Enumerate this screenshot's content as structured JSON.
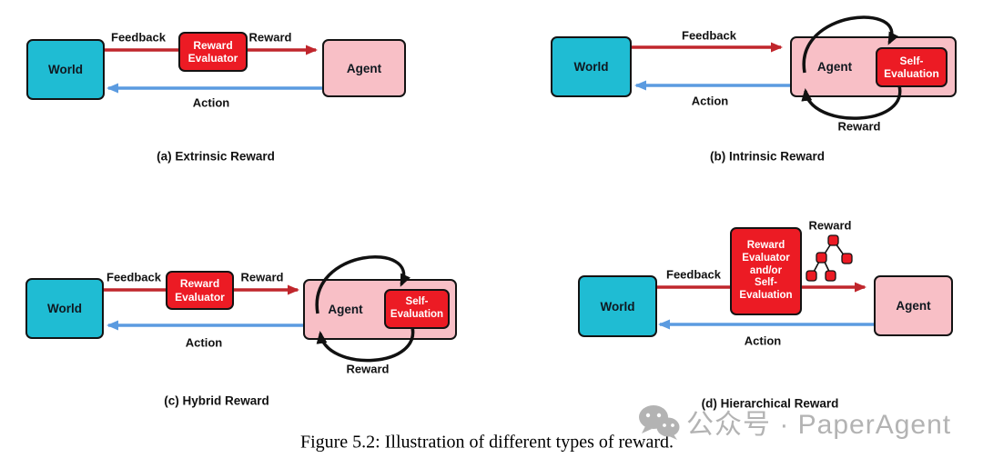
{
  "figure_caption": "Figure 5.2: Illustration of different types of reward.",
  "watermark": {
    "text": "公众号 · PaperAgent"
  },
  "colors": {
    "world_fill": "#1FBCD3",
    "agent_fill": "#F8BFC6",
    "evaluator_fill": "#EC1B24",
    "red_arrow": "#C0262C",
    "blue_arrow": "#5B9BE0",
    "loop_black": "#111111",
    "watermark_gray": "#B3B3B3"
  },
  "panels": [
    {
      "caption": "(a) Extrinsic Reward",
      "world": "World",
      "agent": "Agent",
      "evaluator": "Reward\nEvaluator",
      "feedback": "Feedback",
      "reward": "Reward",
      "action": "Action"
    },
    {
      "caption": "(b) Intrinsic Reward",
      "world": "World",
      "agent": "Agent",
      "self_eval": "Self-\nEvaluation",
      "feedback": "Feedback",
      "action": "Action",
      "loop_reward": "Reward"
    },
    {
      "caption": "(c) Hybrid Reward",
      "world": "World",
      "agent": "Agent",
      "evaluator": "Reward\nEvaluator",
      "self_eval": "Self-\nEvaluation",
      "feedback": "Feedback",
      "reward": "Reward",
      "action": "Action",
      "loop_reward": "Reward"
    },
    {
      "caption": "(d) Hierarchical Reward",
      "world": "World",
      "agent": "Agent",
      "evaluator": "Reward\nEvaluator\nand/or\nSelf-\nEvaluation",
      "feedback": "Feedback",
      "action": "Action",
      "tree_reward": "Reward"
    }
  ]
}
